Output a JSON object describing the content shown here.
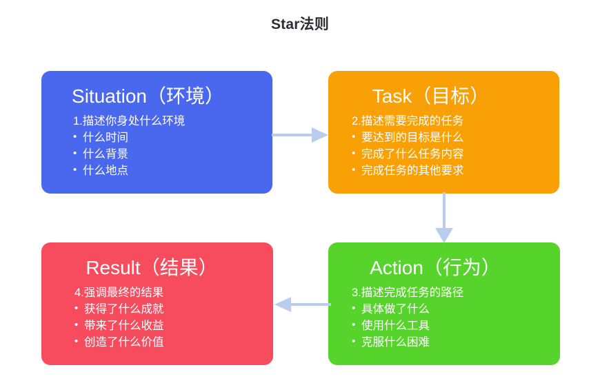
{
  "page": {
    "title": "Star法则",
    "background_color": "#ffffff"
  },
  "colors": {
    "situation": "#4a68ee",
    "task": "#f8a005",
    "action": "#57d42b",
    "result": "#f74c5e",
    "arrow": "#b9cdee",
    "title_text": "#2c2c34",
    "box_text": "#ffffff"
  },
  "boxes": [
    {
      "key": "situation",
      "heading": "Situation（环境）",
      "lead": "1.描述你身处什么环境",
      "bullets": [
        "什么时间",
        "什么背景",
        "什么地点"
      ],
      "color": "#4a68ee"
    },
    {
      "key": "task",
      "heading": "Task（目标）",
      "lead": "2.描述需要完成的任务",
      "bullets": [
        "要达到的目标是什么",
        "完成了什么任务内容",
        "完成任务的其他要求"
      ],
      "color": "#f8a005"
    },
    {
      "key": "action",
      "heading": "Action（行为）",
      "lead": "3.描述完成任务的路径",
      "bullets": [
        "具体做了什么",
        "使用什么工具",
        "克服什么困难"
      ],
      "color": "#57d42b"
    },
    {
      "key": "result",
      "heading": "Result（结果）",
      "lead": "4.强调最终的结果",
      "bullets": [
        "获得了什么成就",
        "带来了什么收益",
        "创造了什么价值"
      ],
      "color": "#f74c5e"
    }
  ],
  "arrows": [
    {
      "key": "situation-to-task",
      "from": "situation",
      "to": "task",
      "direction": "right"
    },
    {
      "key": "task-to-action",
      "from": "task",
      "to": "action",
      "direction": "down"
    },
    {
      "key": "action-to-result",
      "from": "action",
      "to": "result",
      "direction": "left"
    }
  ]
}
